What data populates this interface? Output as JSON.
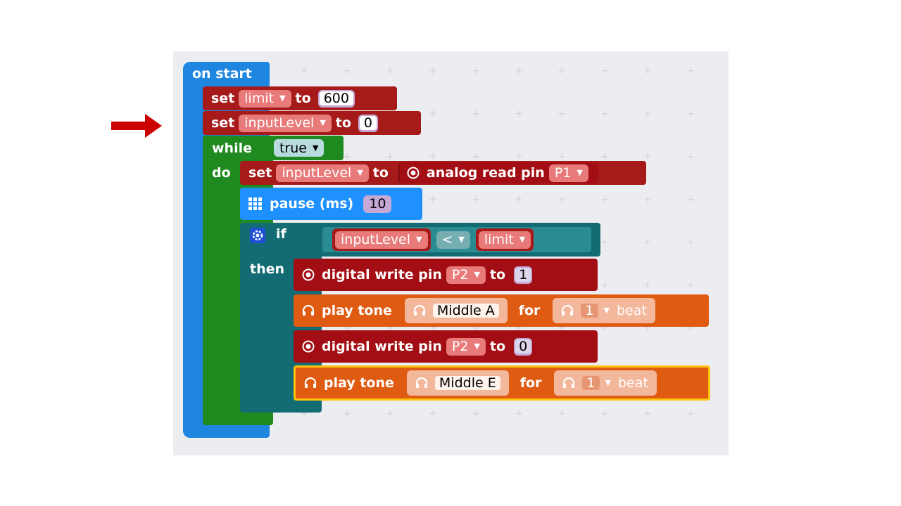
{
  "colors": {
    "event": "#1e85e0",
    "variables": "#a61a1a",
    "loops": "#1f8a1f",
    "logic": "#136b73",
    "basic": "#1e90ff",
    "pins": "#a30e14",
    "music": "#e05b12",
    "math": "#c5a9d4",
    "var_field": "#e97a7a",
    "music_field": "#f3b79b",
    "highlight": "#ffc20e",
    "arrow": "#cc0000"
  },
  "icons": {
    "arrow": "right-arrow-icon",
    "basic": "grid-icon",
    "logic": "gear-icon",
    "pins": "radio-target-icon",
    "music": "headphones-icon"
  },
  "on_start": {
    "label": "on start"
  },
  "set_limit": {
    "set": "set",
    "var": "limit",
    "to": "to",
    "value": "600"
  },
  "set_input": {
    "set": "set",
    "var": "inputLevel",
    "to": "to",
    "value": "0"
  },
  "while_block": {
    "while": "while",
    "cond": "true",
    "do": "do"
  },
  "set_analog": {
    "set": "set",
    "var": "inputLevel",
    "to": "to",
    "read": "analog read pin",
    "pin": "P1"
  },
  "pause": {
    "label": "pause (ms)",
    "value": "10"
  },
  "if_block": {
    "if": "if",
    "left": "inputLevel",
    "op": "<",
    "right": "limit",
    "then": "then"
  },
  "dw1": {
    "label": "digital write pin",
    "pin": "P2",
    "to": "to",
    "value": "1"
  },
  "tone1": {
    "label": "play tone",
    "note": "Middle A",
    "for": "for",
    "beats": "1",
    "beat": "beat"
  },
  "dw2": {
    "label": "digital write pin",
    "pin": "P2",
    "to": "to",
    "value": "0"
  },
  "tone2": {
    "label": "play tone",
    "note": "Middle E",
    "for": "for",
    "beats": "1",
    "beat": "beat"
  }
}
